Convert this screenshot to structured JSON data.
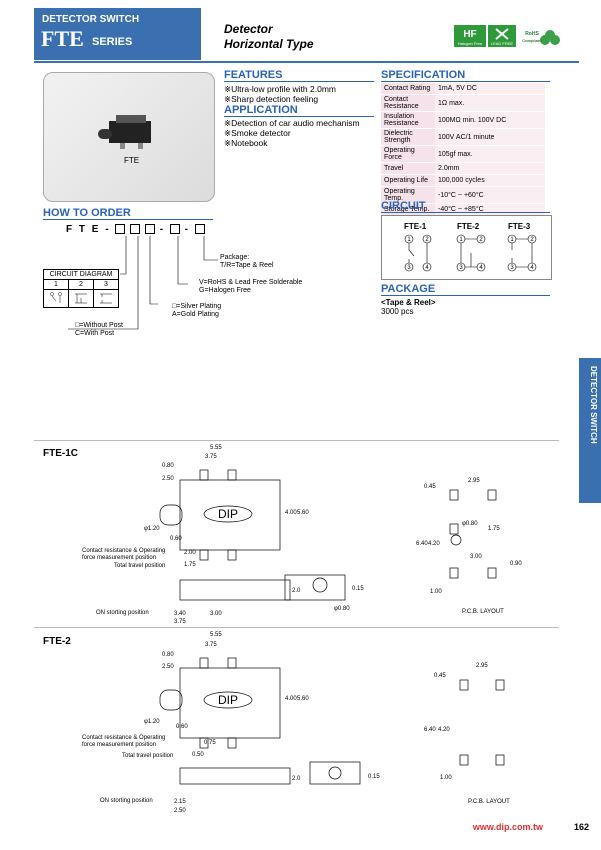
{
  "header": {
    "category": "DETECTOR SWITCH",
    "series_code": "FTE",
    "series_word": "SERIES",
    "title_line1": "Detector",
    "title_line2": "Horizontal Type",
    "badges": [
      "Halogen Free",
      "LEAD FREE",
      "RoHS Compliant"
    ]
  },
  "photo": {
    "caption": "FTE"
  },
  "features": {
    "title": "FEATURES",
    "items": [
      "※Ultra-low profile with 2.0mm",
      "※Sharp detection feeling"
    ]
  },
  "application": {
    "title": "APPLICATION",
    "items": [
      "※Detection of car audio mechanism",
      "※Smoke detector",
      "※Notebook"
    ]
  },
  "specification": {
    "title": "SPECIFICATION",
    "rows": [
      {
        "k": "Contact Rating",
        "v": "1mA, 5V DC"
      },
      {
        "k": "Contact Resistance",
        "v": "1Ω max."
      },
      {
        "k": "Insulation Resistance",
        "v": "100MΩ min. 100V DC"
      },
      {
        "k": "Dielectric Strength",
        "v": "100V AC/1 minute"
      },
      {
        "k": "Operating Force",
        "v": "105gf max."
      },
      {
        "k": "Travel",
        "v": "2.0mm"
      },
      {
        "k": "Operating Life",
        "v": "100,000 cycles"
      },
      {
        "k": "Operating Temp.",
        "v": "-10°C ~ +60°C"
      },
      {
        "k": "Storage Temp.",
        "v": "-40°C ~ +85°C"
      }
    ]
  },
  "circuit": {
    "title": "CIRCUIT",
    "labels": [
      "FTE-1",
      "FTE-2",
      "FTE-3"
    ]
  },
  "package": {
    "title": "PACKAGE",
    "line1": "<Tape & Reel>",
    "line2": "3000 pcs"
  },
  "how_to_order": {
    "title": "HOW TO ORDER",
    "code_prefix": "F T E -",
    "package_note": [
      "Package:",
      "T/R=Tape & Reel"
    ],
    "solder_note": [
      "V=RoHS & Lead Free Solderable",
      "G=Halogen Free"
    ],
    "plating_note": [
      "□=Silver Plating",
      "A=Gold Plating"
    ],
    "post_note": [
      "□=Without Post",
      "C=With Post"
    ],
    "circuit_diagram_title": "CIRCUIT DIAGRAM",
    "circuit_diagram_cols": [
      "1",
      "2",
      "3"
    ]
  },
  "side_tab": "DETECTOR SWITCH",
  "drawing1": {
    "label": "FTE-1C",
    "dims": [
      "5.55",
      "3.75",
      "0.80",
      "2.50",
      "4.00",
      "5.60",
      "φ1.20",
      "0.60",
      "2.00",
      "1.75",
      "3.40",
      "3.00",
      "3.75",
      "2.0",
      "0.15",
      "φ0.80"
    ],
    "notes": [
      "Contact resistance & Operating",
      "force measurement position",
      "Total travel position",
      "ON storting position"
    ],
    "pcb": {
      "label": "P.C.B. LAYOUT",
      "dims": [
        "2.95",
        "0.45",
        "φ0.80",
        "1.75",
        "6.40",
        "4.20",
        "3.00",
        "0.90",
        "1.00"
      ]
    },
    "logo": "DIP"
  },
  "drawing2": {
    "label": "FTE-2",
    "dims": [
      "5.55",
      "3.75",
      "0.80",
      "2.50",
      "4.00",
      "5.60",
      "φ1.20",
      "0.60",
      "0.75",
      "0.50",
      "2.15",
      "2.50",
      "2.0",
      "0.15"
    ],
    "notes": [
      "Contact resistance & Operating",
      "force measurement position",
      "Total travel position",
      "ON storting position"
    ],
    "pcb": {
      "label": "P.C.B. LAYOUT",
      "dims": [
        "2.95",
        "0.45",
        "6.40",
        "4.20",
        "1.00"
      ]
    },
    "logo": "DIP"
  },
  "footer": {
    "url": "www.dip.com.tw",
    "page": "162"
  }
}
